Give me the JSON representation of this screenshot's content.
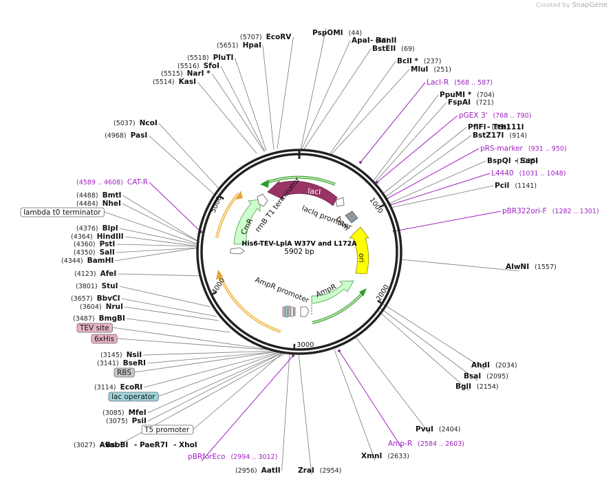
{
  "logo": {
    "prefix": "Created by",
    "brand": "SnapGene"
  },
  "map": {
    "name": "His6-TEV-LplA W37V and L172A",
    "length_label": "5902 bp",
    "ticks": [
      "1000",
      "2000",
      "3000",
      "4000",
      "5000"
    ]
  },
  "sites": [
    {
      "name": "EcoRV",
      "pos": "(5707)"
    },
    {
      "name": "HpaI",
      "pos": "(5651)"
    },
    {
      "name": "PluTI",
      "pos": "(5518)"
    },
    {
      "name": "SfoI",
      "pos": "(5516)"
    },
    {
      "name": "NarI *",
      "pos": "(5515)"
    },
    {
      "name": "KasI",
      "pos": "(5514)"
    },
    {
      "name": "NcoI",
      "pos": "(5037)"
    },
    {
      "name": "PasI",
      "pos": "(4968)"
    },
    {
      "name": "BmtI",
      "pos": "(4488)"
    },
    {
      "name": "NheI",
      "pos": "(4484)"
    },
    {
      "name": "BlpI",
      "pos": "(4376)"
    },
    {
      "name": "HindIII",
      "pos": "(4364)"
    },
    {
      "name": "PstI",
      "pos": "(4360)"
    },
    {
      "name": "SalI",
      "pos": "(4350)"
    },
    {
      "name": "BamHI",
      "pos": "(4344)"
    },
    {
      "name": "AfeI",
      "pos": "(4123)"
    },
    {
      "name": "StuI",
      "pos": "(3801)"
    },
    {
      "name": "BbvCI",
      "pos": "(3657)"
    },
    {
      "name": "NruI",
      "pos": "(3604)"
    },
    {
      "name": "BmgBI",
      "pos": "(3487)"
    },
    {
      "name": "NsiI",
      "pos": "(3145)"
    },
    {
      "name": "BseRI",
      "pos": "(3141)"
    },
    {
      "name": "EcoRI",
      "pos": "(3114)"
    },
    {
      "name": "MfeI",
      "pos": "(3085)"
    },
    {
      "name": "PsiI",
      "pos": "(3075)"
    },
    {
      "name": "AvaI",
      "pos": "(3027)"
    },
    {
      "name": "BsoBI",
      "pos": ""
    },
    {
      "name": "PaeR7I",
      "pos": ""
    },
    {
      "name": "XhoI",
      "pos": ""
    },
    {
      "name": "AatII",
      "pos": "(2956)"
    },
    {
      "name": "ZraI",
      "pos": "(2954)"
    },
    {
      "name": "XmnI",
      "pos": "(2633)"
    },
    {
      "name": "PvuI",
      "pos": "(2404)"
    },
    {
      "name": "BglI",
      "pos": "(2154)"
    },
    {
      "name": "BsaI",
      "pos": "(2095)"
    },
    {
      "name": "AhdI",
      "pos": "(2034)"
    },
    {
      "name": "AlwNI",
      "pos": "(1557)"
    },
    {
      "name": "PciI",
      "pos": "(1141)"
    },
    {
      "name": "BspQI",
      "pos": "(1025)"
    },
    {
      "name": "SapI",
      "pos": ""
    },
    {
      "name": "BstZ17I",
      "pos": "(914)"
    },
    {
      "name": "PflFI",
      "pos": "(888)"
    },
    {
      "name": "Tth111I",
      "pos": ""
    },
    {
      "name": "FspAI",
      "pos": "(721)"
    },
    {
      "name": "PpuMI *",
      "pos": "(704)"
    },
    {
      "name": "MluI",
      "pos": "(251)"
    },
    {
      "name": "BclI *",
      "pos": "(237)"
    },
    {
      "name": "BstEII",
      "pos": "(69)"
    },
    {
      "name": "ApaI",
      "pos": "(48)"
    },
    {
      "name": "BanII",
      "pos": ""
    },
    {
      "name": "PspOMI",
      "pos": "(44)"
    }
  ],
  "primers": [
    {
      "name": "LacI-R",
      "pos": "(568 .. 587)"
    },
    {
      "name": "pGEX 3'",
      "pos": "(768 .. 790)"
    },
    {
      "name": "pRS-marker",
      "pos": "(931 .. 950)"
    },
    {
      "name": "L4440",
      "pos": "(1031 .. 1048)"
    },
    {
      "name": "pBR322ori-F",
      "pos": "(1282 .. 1301)"
    },
    {
      "name": "Amp-R",
      "pos": "(2584 .. 2603)"
    },
    {
      "name": "pBRforEco",
      "pos": "(2994 .. 3012)"
    },
    {
      "name": "CAT-R",
      "pos": "(4589 .. 4608)"
    }
  ],
  "boxed_features": [
    {
      "name": "lambda t0 terminator",
      "color": "#ffffff"
    },
    {
      "name": "TEV site",
      "color": "#e6b4c4"
    },
    {
      "name": "6xHis",
      "color": "#e6b4c4"
    },
    {
      "name": "RBS",
      "color": "#c8c8c8"
    },
    {
      "name": "lac operator",
      "color": "#9fd3dc"
    },
    {
      "name": "T5 promoter",
      "color": "#ffffff"
    }
  ],
  "features": [
    {
      "name": "lacI",
      "color": "#993366"
    },
    {
      "name": "lacIq promoter",
      "color": "#ffffff"
    },
    {
      "name": "bom",
      "color": "#8c9aa4"
    },
    {
      "name": "ori",
      "color": "#ffff00"
    },
    {
      "name": "AmpR",
      "color": "#ccffcc"
    },
    {
      "name": "AmpR promoter",
      "color": "#ffffff"
    },
    {
      "name": "CmR",
      "color": "#ccffcc"
    },
    {
      "name": "rrnB T1 terminator",
      "color": "#ffffff"
    }
  ],
  "colors": {
    "backbone": "#222222",
    "primer": "#a020c0",
    "orf_outer": "#f2c44c",
    "orf_green": "#2e9b2e"
  }
}
